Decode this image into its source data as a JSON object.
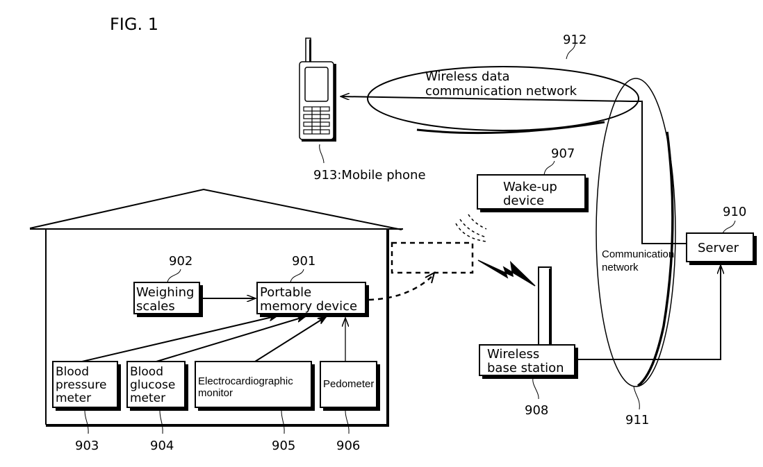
{
  "figure": {
    "title": "FIG. 1"
  },
  "nodes": {
    "mobile_phone": {
      "ref": "913",
      "label": "913:Mobile phone"
    },
    "wireless_data_network": {
      "ref": "912",
      "label_lines": [
        "Wireless data",
        "communication network"
      ]
    },
    "wake_up_device": {
      "ref": "907",
      "label_lines": [
        "Wake-up",
        "device"
      ]
    },
    "server": {
      "ref": "910",
      "label": "Server"
    },
    "communication_network": {
      "ref": "911",
      "label_lines": [
        "Communication",
        "network"
      ]
    },
    "portable_memory_device": {
      "ref": "901",
      "label_lines": [
        "Portable",
        "memory device"
      ]
    },
    "weighing_scales": {
      "ref": "902",
      "label_lines": [
        "Weighing",
        "scales"
      ]
    },
    "blood_pressure_meter": {
      "ref": "903",
      "label_lines": [
        "Blood",
        "pressure",
        "meter"
      ]
    },
    "blood_glucose_meter": {
      "ref": "904",
      "label_lines": [
        "Blood",
        "glucose",
        "meter"
      ]
    },
    "ecg_monitor": {
      "ref": "905",
      "label_lines": [
        "Electrocardiographic",
        "monitor"
      ]
    },
    "pedometer": {
      "ref": "906",
      "label": "Pedometer"
    },
    "wireless_base_station": {
      "ref": "908",
      "label_lines": [
        "Wireless",
        "base station"
      ]
    }
  },
  "edges": [
    {
      "from": "weighing_scales",
      "to": "portable_memory_device",
      "style": "solid-arrow"
    },
    {
      "from": "blood_pressure_meter",
      "to": "portable_memory_device",
      "style": "solid-arrow"
    },
    {
      "from": "blood_glucose_meter",
      "to": "portable_memory_device",
      "style": "solid-arrow"
    },
    {
      "from": "ecg_monitor",
      "to": "portable_memory_device",
      "style": "solid-arrow"
    },
    {
      "from": "pedometer",
      "to": "portable_memory_device",
      "style": "solid-arrow"
    },
    {
      "from": "portable_memory_device",
      "to": "portable_memory_device_outside",
      "style": "dashed-arrow"
    },
    {
      "from": "portable_memory_device_outside",
      "to": "wireless_base_station",
      "style": "lightning"
    },
    {
      "from": "wireless_base_station",
      "to": "server",
      "style": "solid-arrow",
      "via": "communication_network"
    },
    {
      "from": "server",
      "to": "mobile_phone",
      "style": "solid-arrow",
      "via": "wireless_data_network"
    },
    {
      "from": "wake_up_device",
      "to": "portable_memory_device_outside",
      "style": "wireless-waves"
    }
  ]
}
